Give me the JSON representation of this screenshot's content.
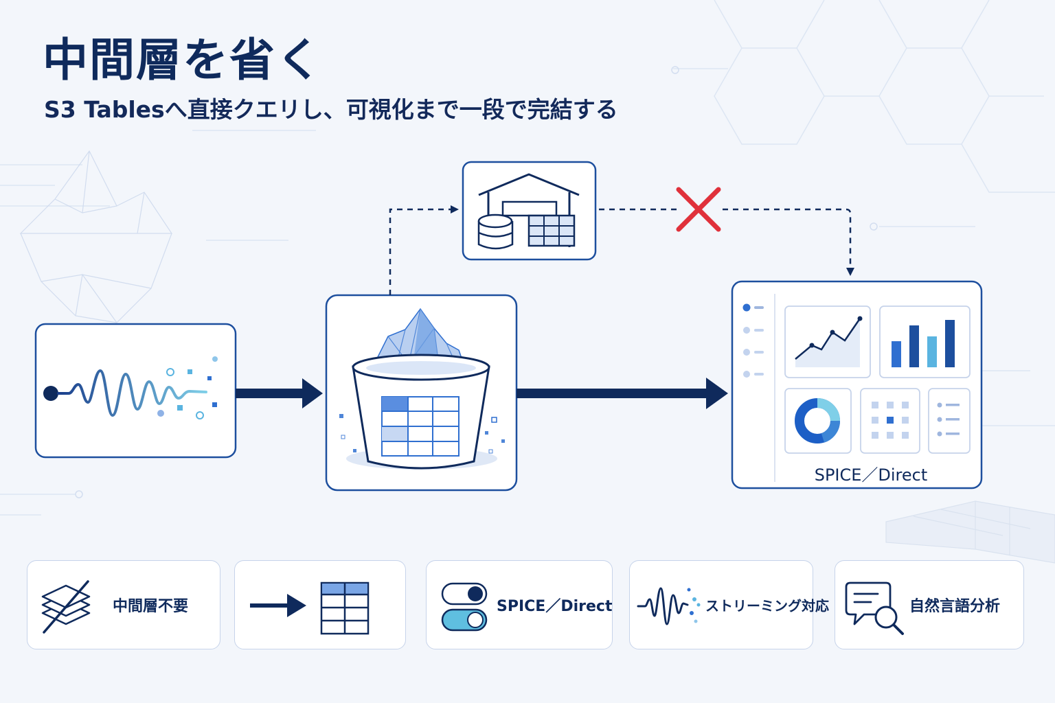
{
  "header": {
    "title": "中間層を省く",
    "subtitle": "S3 Tablesへ直接クエリし、可視化まで一段で完結する"
  },
  "diagram": {
    "dashboard_label": "SPICE／Direct"
  },
  "features": [
    {
      "label": "中間層不要",
      "icon": "layers-slash-icon"
    },
    {
      "label": "",
      "icon": "arrow-to-table-icon"
    },
    {
      "label": "SPICE／Direct",
      "icon": "toggle-icon"
    },
    {
      "label": "ストリーミング対応",
      "icon": "streaming-wave-icon"
    },
    {
      "label": "自然言語分析",
      "icon": "chat-search-icon"
    }
  ],
  "colors": {
    "navy": "#0f2a5c",
    "blue": "#2f6fd0",
    "light_blue": "#5ab4e0",
    "red": "#e0313b",
    "background": "#f3f6fb"
  }
}
